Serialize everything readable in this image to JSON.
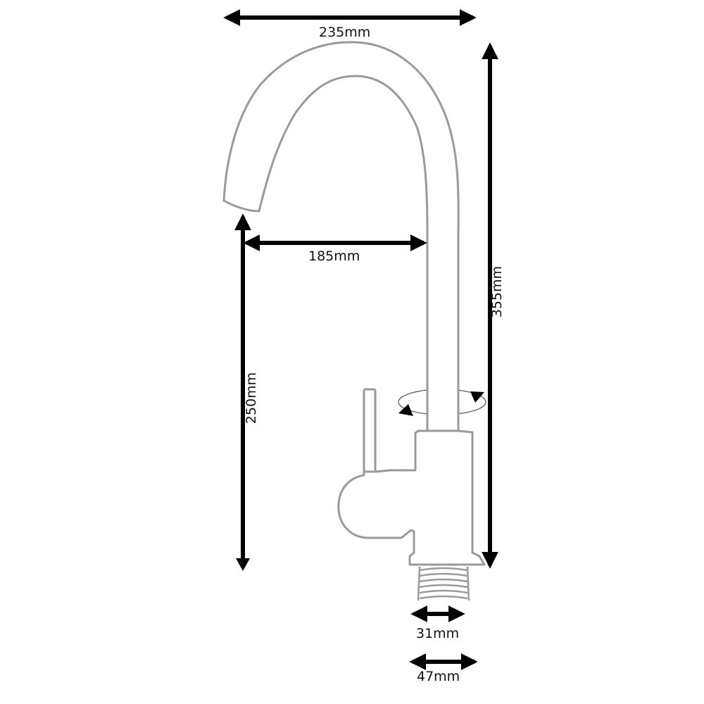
{
  "diagram": {
    "subject": "Kitchen faucet (swivel spout mixer tap) dimension drawing",
    "colors": {
      "outline": "#9a9a9a",
      "arrow": "#000000",
      "text": "#111111",
      "background": "#ffffff"
    },
    "dimensions": {
      "overall_width": {
        "label": "235mm",
        "orientation": "horizontal"
      },
      "spout_reach": {
        "label": "185mm",
        "orientation": "horizontal"
      },
      "overall_height": {
        "label": "355mm",
        "orientation": "vertical"
      },
      "spout_height": {
        "label": "250mm",
        "orientation": "vertical"
      },
      "thread_diameter": {
        "label": "31mm",
        "orientation": "horizontal"
      },
      "base_diameter": {
        "label": "47mm",
        "orientation": "horizontal"
      }
    },
    "annotations": {
      "swivel": "rotation-arrows"
    }
  }
}
